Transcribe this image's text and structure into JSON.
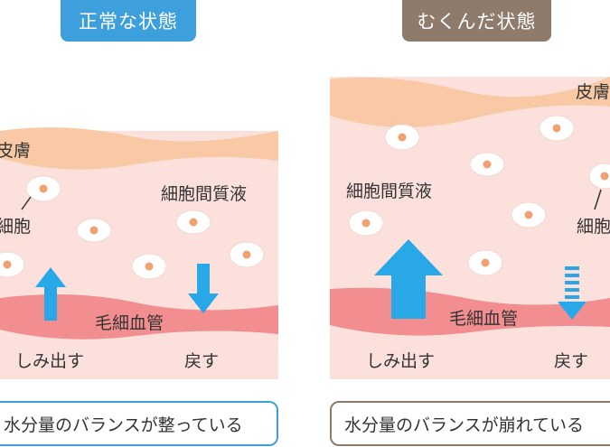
{
  "left_panel": {
    "title": "正常な状態",
    "skin_label": "皮膚",
    "cell_label": "細胞",
    "fluid_label": "細胞間質液",
    "capillary_label": "毛細血管",
    "seep_label": "しみ出す",
    "return_label": "戻す",
    "caption": "水分量のバランスが整っている"
  },
  "right_panel": {
    "title": "むくんだ状態",
    "skin_label": "皮膚",
    "cell_label": "細胞",
    "fluid_label": "細胞間質液",
    "capillary_label": "毛細血管",
    "seep_label": "しみ出す",
    "return_label": "戻す",
    "caption": "水分量のバランスが崩れている"
  },
  "colors": {
    "left_badge": "#3d9fdc",
    "right_badge": "#8e7b6b",
    "skin": "#f9c9a6",
    "tissue": "#fbe0dc",
    "capillary": "#f28d90",
    "arrow": "#29a8e8"
  }
}
